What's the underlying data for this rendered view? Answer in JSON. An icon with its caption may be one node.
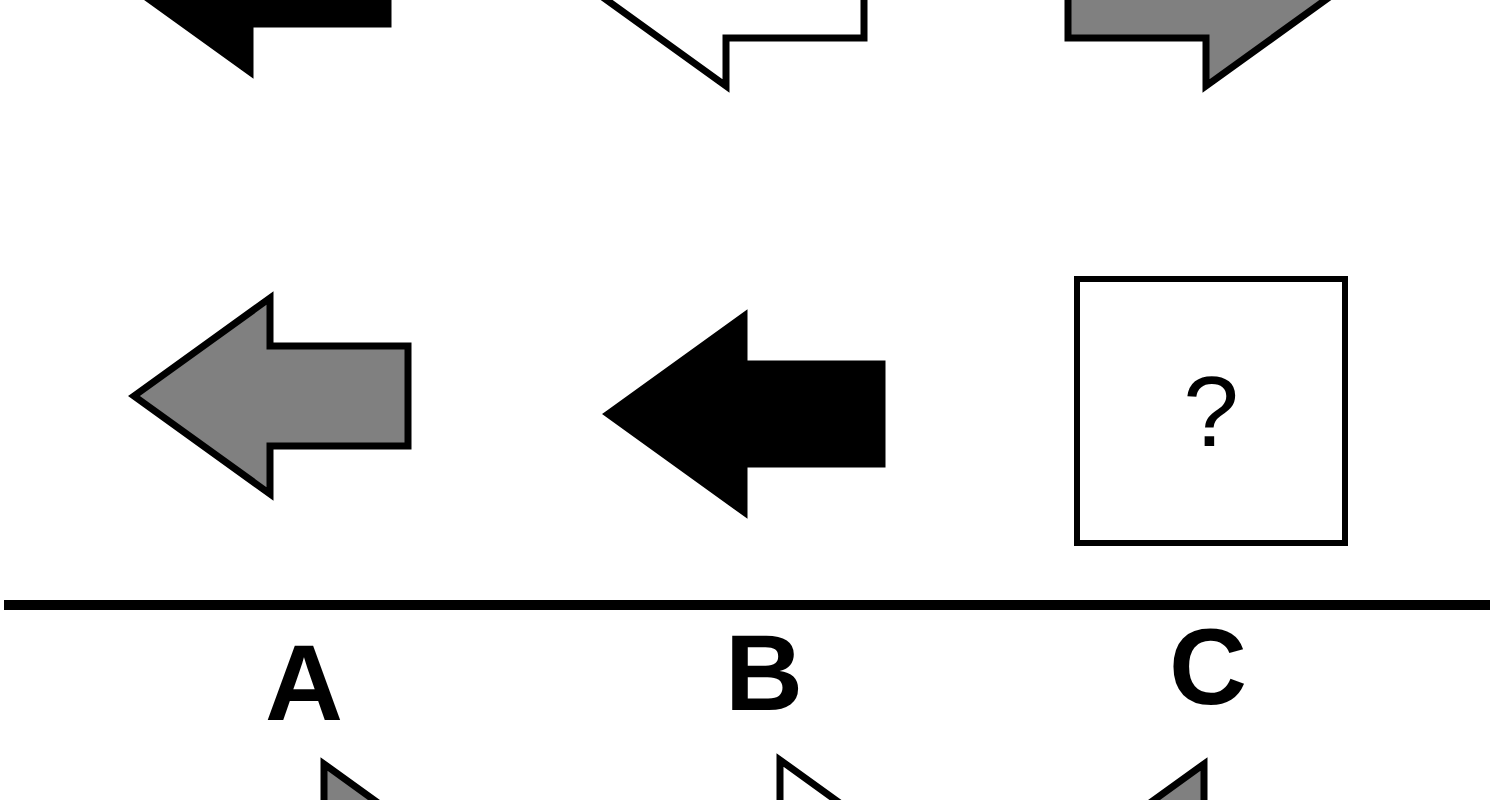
{
  "diagram": {
    "nodes": [
      {
        "text": [],
        "shape": "arrow"
      },
      {
        "text": [],
        "shape": "arrow"
      },
      {
        "text": [],
        "shape": "arrow"
      },
      {
        "text": [],
        "shape": "arrow"
      },
      {
        "text": [],
        "shape": "arrow"
      },
      {
        "text": [
          "?"
        ]
      },
      {
        "text": [],
        "shape": "arrow"
      },
      {
        "text": [],
        "shape": "arrow"
      },
      {
        "text": [],
        "shape": "arrow"
      }
    ],
    "labels": [
      "A",
      "B",
      "C"
    ]
  }
}
